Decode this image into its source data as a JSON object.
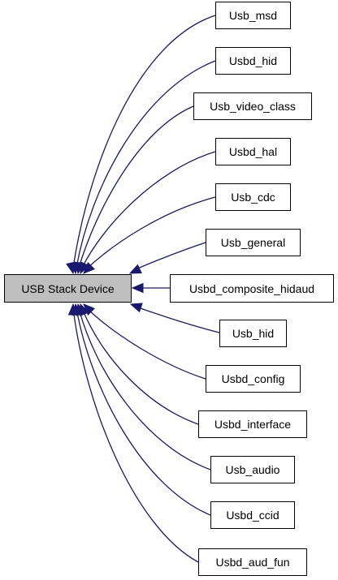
{
  "diagram": {
    "root": {
      "name": "node-usb-stack-device",
      "label": "USB Stack Device"
    },
    "children": [
      {
        "name": "node-usb-msd",
        "label": "Usb_msd"
      },
      {
        "name": "node-usbd-hid",
        "label": "Usbd_hid"
      },
      {
        "name": "node-usb-video-class",
        "label": "Usb_video_class"
      },
      {
        "name": "node-usbd-hal",
        "label": "Usbd_hal"
      },
      {
        "name": "node-usb-cdc",
        "label": "Usb_cdc"
      },
      {
        "name": "node-usb-general",
        "label": "Usb_general"
      },
      {
        "name": "node-usbd-composite-hidaud",
        "label": "Usbd_composite_hidaud"
      },
      {
        "name": "node-usb-hid",
        "label": "Usb_hid"
      },
      {
        "name": "node-usbd-config",
        "label": "Usbd_config"
      },
      {
        "name": "node-usbd-interface",
        "label": "Usbd_interface"
      },
      {
        "name": "node-usb-audio",
        "label": "Usb_audio"
      },
      {
        "name": "node-usbd-ccid",
        "label": "Usbd_ccid"
      },
      {
        "name": "node-usbd-aud-fun",
        "label": "Usbd_aud_fun"
      }
    ],
    "colors": {
      "edge": "#191970",
      "root_fill": "#bfbfbf",
      "node_fill": "#ffffff",
      "border": "#000000"
    }
  }
}
